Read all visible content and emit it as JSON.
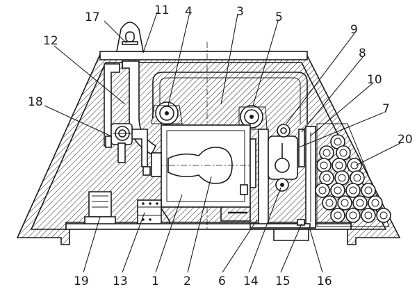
{
  "figure": {
    "callouts": [
      {
        "id": "c1",
        "text": "1"
      },
      {
        "id": "c2",
        "text": "2"
      },
      {
        "id": "c3",
        "text": "3"
      },
      {
        "id": "c4",
        "text": "4"
      },
      {
        "id": "c5",
        "text": "5"
      },
      {
        "id": "c6",
        "text": "6"
      },
      {
        "id": "c7",
        "text": "7"
      },
      {
        "id": "c8",
        "text": "8"
      },
      {
        "id": "c9",
        "text": "9"
      },
      {
        "id": "c10",
        "text": "10"
      },
      {
        "id": "c11",
        "text": "11"
      },
      {
        "id": "c12",
        "text": "12"
      },
      {
        "id": "c13",
        "text": "13"
      },
      {
        "id": "c14",
        "text": "14"
      },
      {
        "id": "c15",
        "text": "15"
      },
      {
        "id": "c16",
        "text": "16"
      },
      {
        "id": "c17",
        "text": "17"
      },
      {
        "id": "c18",
        "text": "18"
      },
      {
        "id": "c19",
        "text": "19"
      },
      {
        "id": "c20",
        "text": "20"
      }
    ]
  }
}
